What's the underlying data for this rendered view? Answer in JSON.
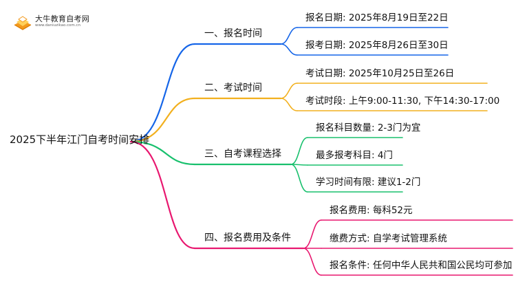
{
  "brand": {
    "name": "大牛教育自考网",
    "url": "www.daniuzikao.com.cn",
    "icon": "book-logo-icon"
  },
  "root": {
    "label": "2025下半年江门自考时间安排"
  },
  "branches": [
    {
      "label": "一、报名时间",
      "color": "#1565e8",
      "leaves": [
        "报名日期: 2025年8月19日至22日",
        "报考日期: 2025年8月26日至30日"
      ]
    },
    {
      "label": "二、考试时间",
      "color": "#f2b01e",
      "leaves": [
        "考试日期: 2025年10月25日至26日",
        "考试时段: 上午9:00-11:30, 下午14:30-17:00"
      ]
    },
    {
      "label": "三、自考课程选择",
      "color": "#18c06d",
      "leaves": [
        "报名科目数量: 2-3门为宜",
        "最多报考科目: 4门",
        "学习时间有限: 建议1-2门"
      ]
    },
    {
      "label": "四、报名费用及条件",
      "color": "#e8176f",
      "leaves": [
        "报名费用: 每科52元",
        "缴费方式: 自学考试管理系统",
        "报名条件: 任何中华人民共和国公民均可参加"
      ]
    }
  ]
}
